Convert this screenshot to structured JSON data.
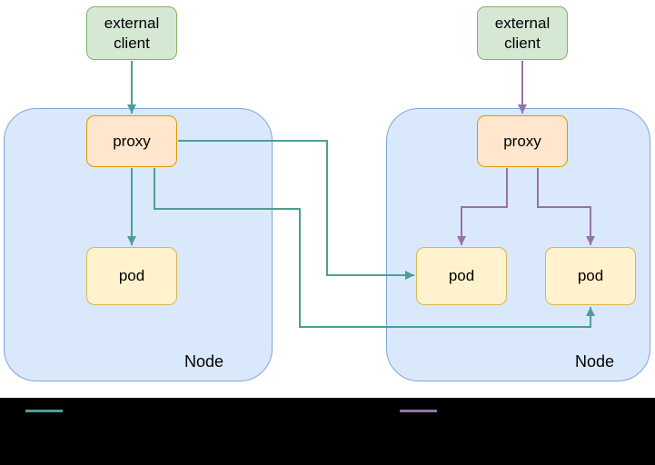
{
  "diagram": {
    "left": {
      "external_client_label": "external client",
      "proxy_label": "proxy",
      "pods": [
        "pod"
      ],
      "node_label": "Node"
    },
    "right": {
      "external_client_label": "external client",
      "proxy_label": "proxy",
      "pods": [
        "pod",
        "pod"
      ],
      "node_label": "Node"
    },
    "legend": {
      "teal_swatch": "teal-line-swatch",
      "purple_swatch": "purple-line-swatch"
    }
  },
  "colors": {
    "teal": "#4e9f93",
    "purple": "#9673a6",
    "green_fill": "#d5e8d4",
    "green_stroke": "#82b366",
    "orange_fill": "#ffe6cc",
    "orange_stroke": "#d79b00",
    "yellow_fill": "#fff2cc",
    "yellow_stroke": "#d6b656",
    "blue_fill": "#dae8fc",
    "blue_stroke": "#7ea6d8",
    "text": "#000000",
    "legend_bg": "#000000"
  }
}
